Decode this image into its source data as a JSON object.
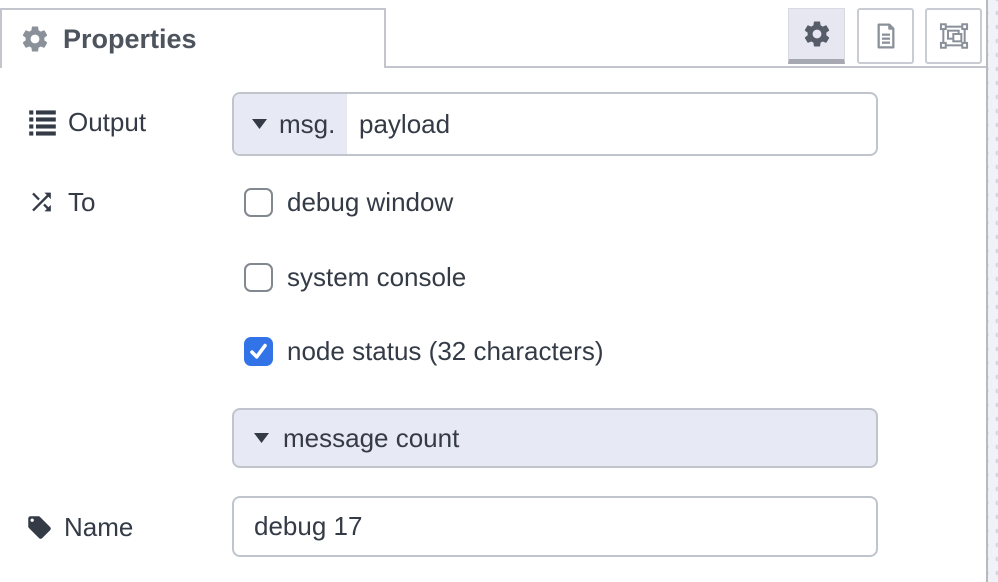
{
  "tab": {
    "title": "Properties"
  },
  "toolbar": {
    "properties_button": {
      "icon": "gear-icon",
      "selected": true
    },
    "description_button": {
      "icon": "document-icon",
      "selected": false
    },
    "appearance_button": {
      "icon": "appearance-icon",
      "selected": false
    }
  },
  "form": {
    "output": {
      "label": "Output",
      "type": "msg.",
      "value": "payload"
    },
    "to": {
      "label": "To",
      "options": [
        {
          "label": "debug window",
          "checked": false
        },
        {
          "label": "system console",
          "checked": false
        },
        {
          "label": "node status (32 characters)",
          "checked": true
        }
      ]
    },
    "status": {
      "value": "message count"
    },
    "name": {
      "label": "Name",
      "value": "debug 17"
    }
  },
  "colors": {
    "checkbox_checked": "#3274e8",
    "typed_input_bg": "#e7e9f4",
    "field_border": "#c0c4cc",
    "text": "#343b46",
    "tab_title": "#4d545e",
    "tab_border": "#c2c5cc",
    "toolbar_selected_bg": "#e6e7f1",
    "toolbar_selected_underline": "#a6a9b1"
  }
}
